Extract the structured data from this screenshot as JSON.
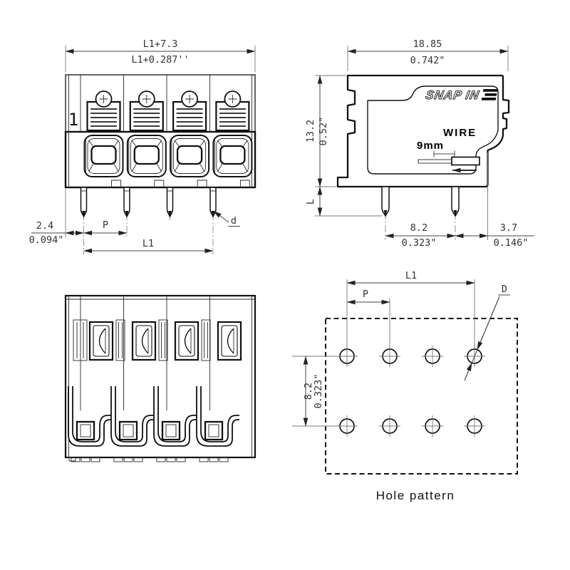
{
  "front": {
    "marker": "1",
    "dim_width_mm": "L1+7.3",
    "dim_width_in": "L1+0.287''",
    "dim_offset_mm": "2.4",
    "dim_offset_in": "0.094\"",
    "dim_pitch": "P",
    "dim_length": "L1",
    "dim_pin": "d"
  },
  "side": {
    "brand": "SNAP IN",
    "wire_label": "WIRE",
    "wire_length": "9mm",
    "dim_depth_mm": "18.85",
    "dim_depth_in": "0.742\"",
    "dim_height_mm": "13.2",
    "dim_height_in": "0.52\"",
    "dim_pin_len": "L",
    "dim_span_mm": "8.2",
    "dim_span_in": "0.323\"",
    "dim_edge_mm": "3.7",
    "dim_edge_in": "0.146\""
  },
  "holes": {
    "dim_length": "L1",
    "dim_pitch": "P",
    "dim_dia": "D",
    "dim_row_mm": "8.2",
    "dim_row_in": "0.323\"",
    "caption": "Hole pattern"
  }
}
